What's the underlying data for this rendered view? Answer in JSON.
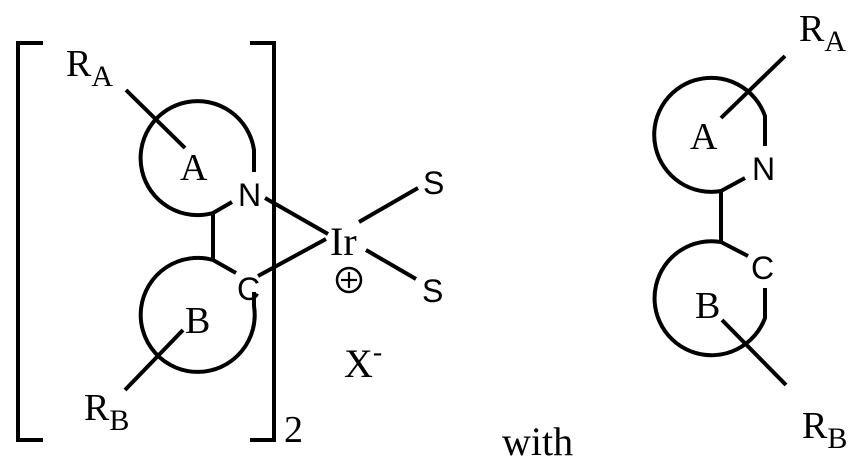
{
  "diagram": {
    "type": "chemical-structure",
    "complex": {
      "metal": "Ir",
      "charge_symbol": "⊕",
      "ligand_S_top": "S",
      "ligand_S_bottom": "S",
      "counterion": "X",
      "counterion_charge": "-",
      "multiplier": "2",
      "ring_a_label": "A",
      "ring_b_label": "B",
      "n_atom": "N",
      "c_atom": "C",
      "substituent_a": {
        "base": "R",
        "sub": "A"
      },
      "substituent_b": {
        "base": "R",
        "sub": "B"
      }
    },
    "connector_text": "with",
    "ligand": {
      "ring_a_label": "A",
      "ring_b_label": "B",
      "n_atom": "N",
      "c_atom": "C",
      "substituent_a": {
        "base": "R",
        "sub": "A"
      },
      "substituent_b": {
        "base": "R",
        "sub": "B"
      }
    },
    "colors": {
      "ink": "#000000",
      "background": "#ffffff"
    }
  }
}
